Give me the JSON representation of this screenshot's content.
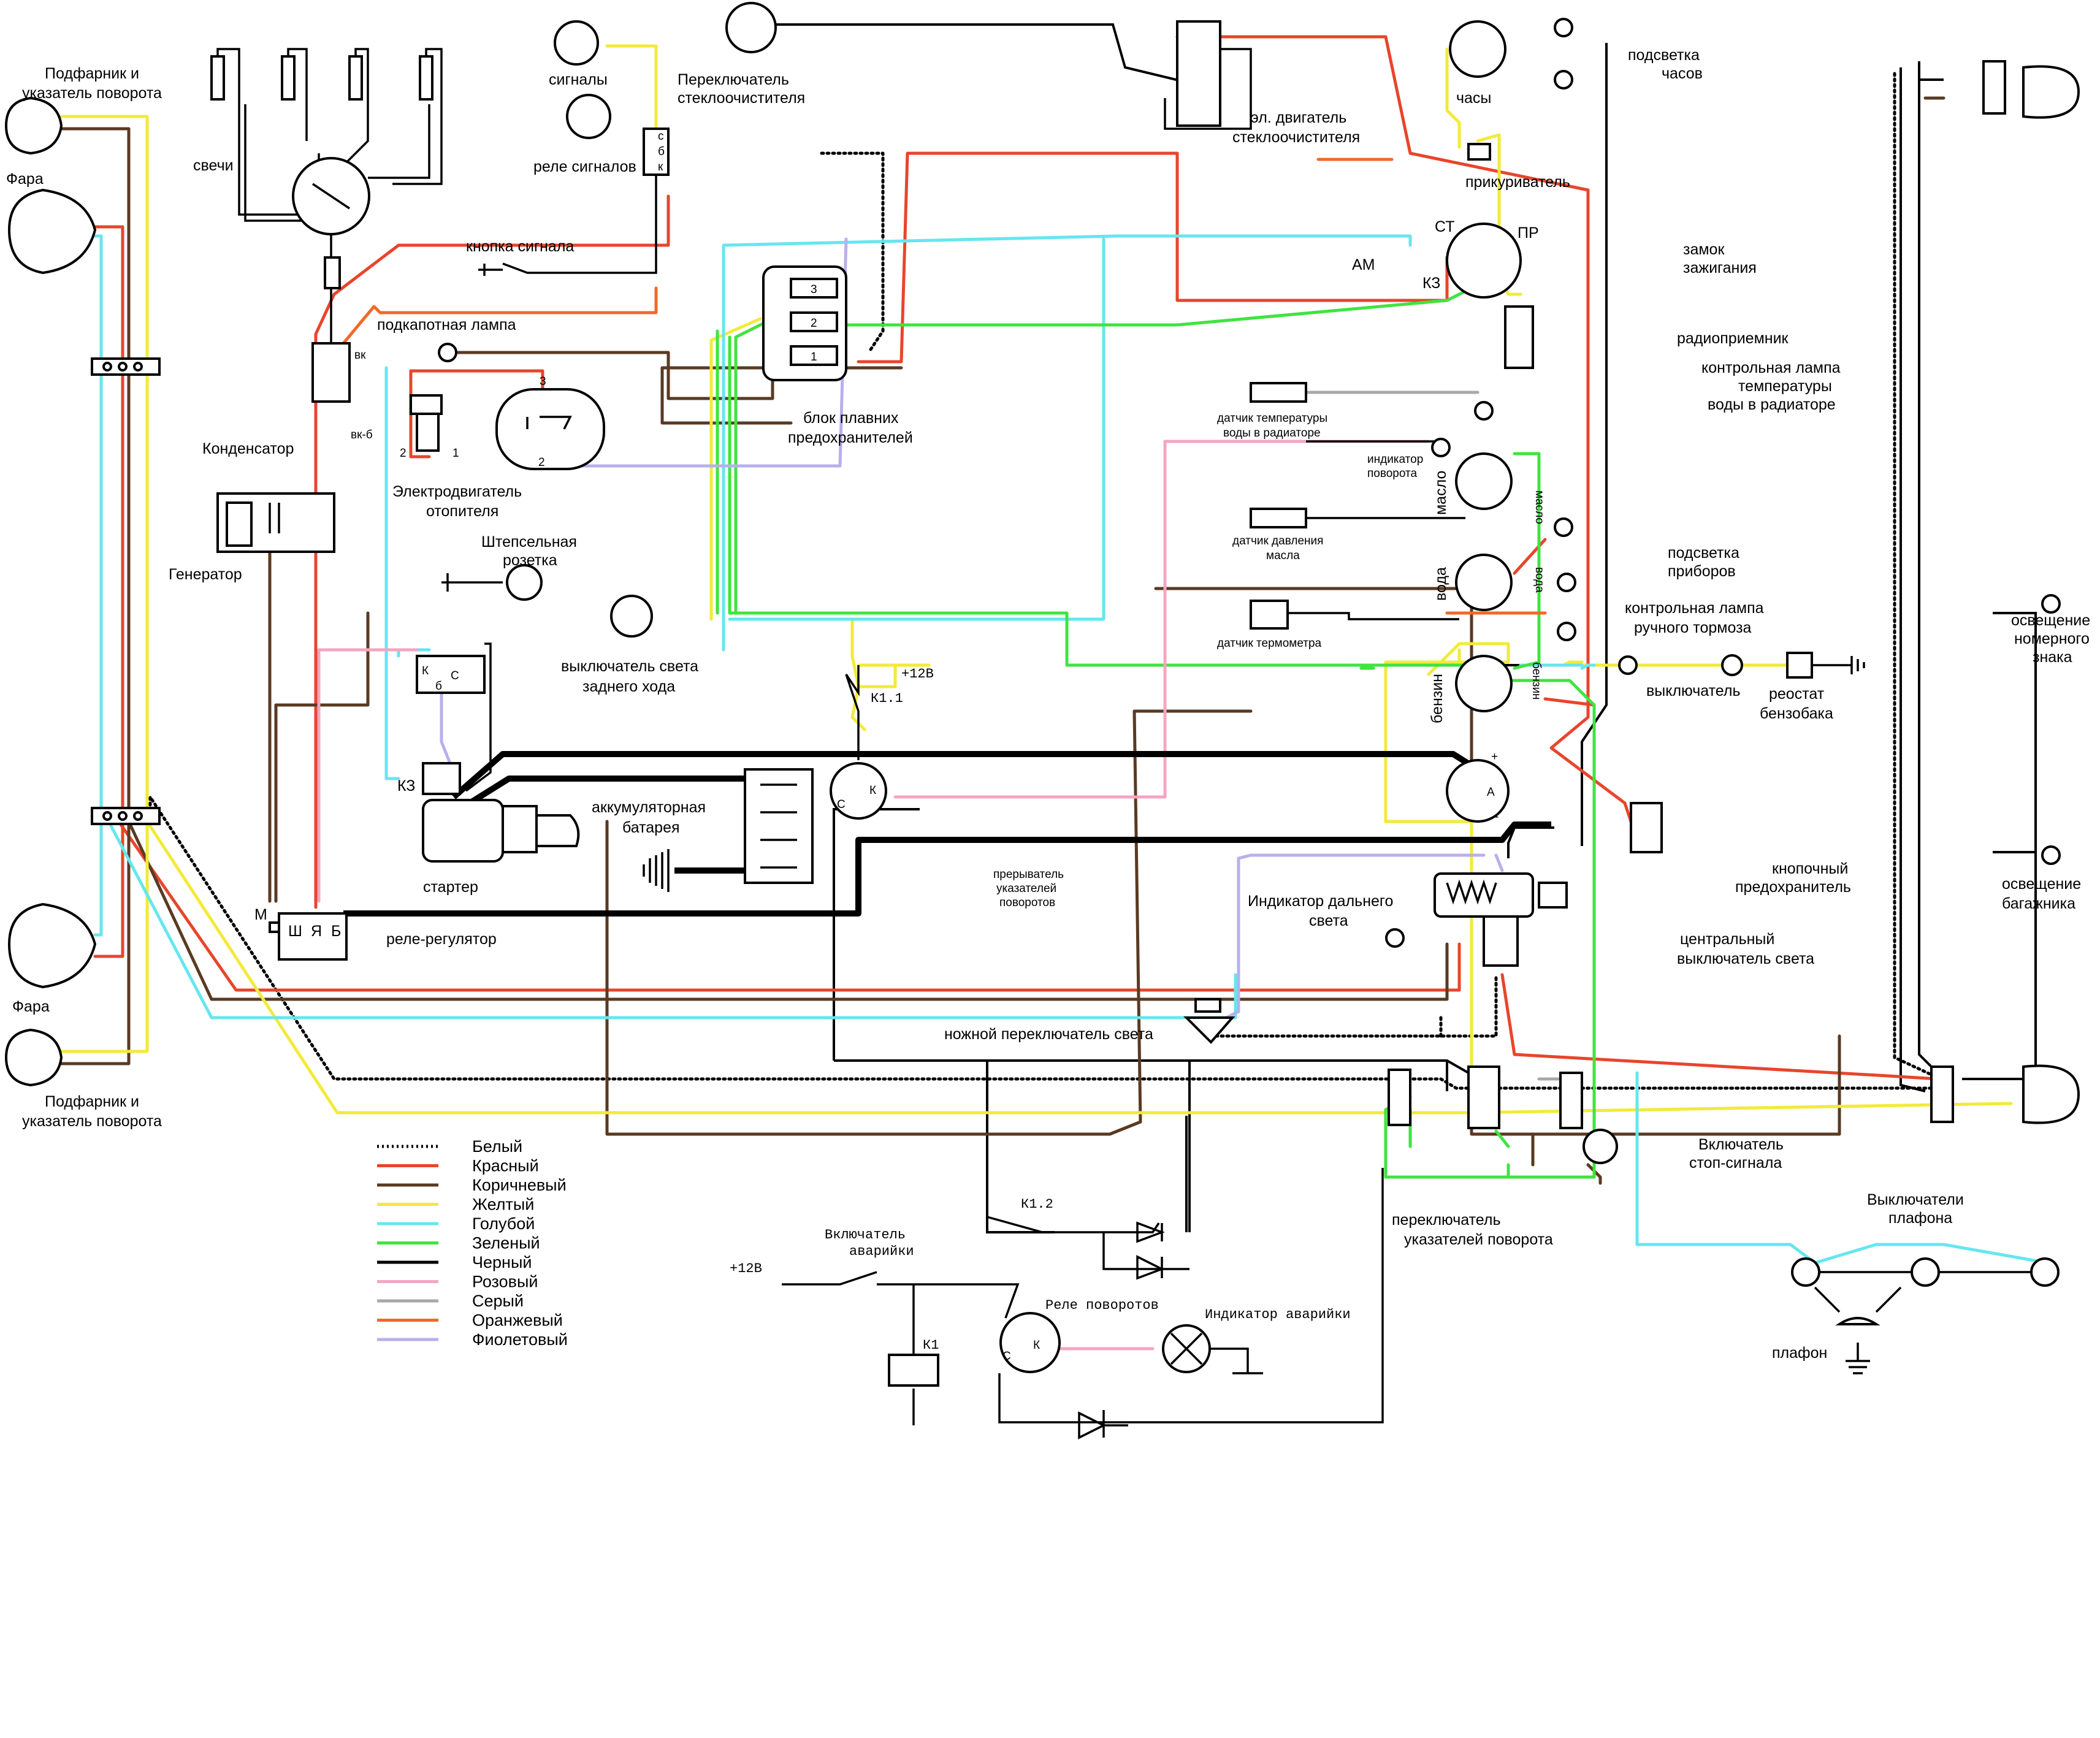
{
  "colors": {
    "white": "#000000",
    "red": "#e8452c",
    "brown": "#5a3a22",
    "yellow": "#f2ea3a",
    "blue": "#66e6ef",
    "green": "#3fe43f",
    "black": "#000000",
    "pink": "#f3a6c2",
    "gray": "#a8a8a8",
    "orange": "#ef6a2a",
    "violet": "#b8b0ec"
  },
  "labels": {
    "podfarnik_top": [
      "Подфарник и",
      "указатель поворота"
    ],
    "fara_top": "Фара",
    "fara_bottom": "Фара",
    "podfarnik_bottom": [
      "Подфарник и",
      "указатель поворота"
    ],
    "svechi": "свечи",
    "kondensator": "Конденсатор",
    "generator": "Генератор",
    "signaly": "сигналы",
    "rele_signalov": "реле сигналов",
    "knopka_signala": "кнопка сигнала",
    "pereklyuchatel_steklo": [
      "Переключатель",
      "стеклоочистителя"
    ],
    "el_dvigatel_steklo": [
      "эл. двигатель",
      "стеклоочистителя"
    ],
    "chasy": "часы",
    "prikurivatel": "прикуриватель",
    "podsvetka_chasov": [
      "подсветка",
      "часов"
    ],
    "zamok_zazhiganiya": [
      "замок",
      "зажигания"
    ],
    "zamok_st": "СТ",
    "zamok_pr": "ПР",
    "zamok_am": "АМ",
    "zamok_kz": "КЗ",
    "radiopriemnik": "радиоприемник",
    "kontr_lampa_temp": [
      "контрольная лампа",
      "температуры",
      "воды в радиаторе"
    ],
    "podkapotnaya_lampa": "подкапотная лампа",
    "blok_plavnikh": [
      "блок плавних",
      "предохранителей"
    ],
    "fuse_numbers": [
      "3",
      "2",
      "1"
    ],
    "elektrodvigatel_otop": [
      "Электродвигатель",
      "отопителя"
    ],
    "shtepselnaya_rozetka": [
      "Штепсельная",
      "розетка"
    ],
    "vykl_sveta_zad_khoda": [
      "выключатель света",
      "заднего хода"
    ],
    "datchik_temp_vody": [
      "датчик температуры",
      "воды в радиаторе"
    ],
    "indikator_povorota": [
      "индикатор",
      "поворота"
    ],
    "datchik_davleniya": [
      "датчик давления",
      "масла"
    ],
    "datchik_termometra": "датчик термометра",
    "gauge_maslo": "масло",
    "gauge_voda": "вода",
    "gauge_benzin": "бензин",
    "podsvetka_priborov": [
      "подсветка",
      "приборов"
    ],
    "kontr_lampa_tormoza": [
      "контрольная лампа",
      "ручного тормоза"
    ],
    "vyklyuchatel": "выключатель",
    "reostat_benzobaka": [
      "реостат",
      "бензобака"
    ],
    "osveshchenie_nomernogo": [
      "освещение",
      "номерного",
      "знака"
    ],
    "osveshchenie_bagazhnika": [
      "освещение",
      "багажника"
    ],
    "knopochny_predokhranitel": [
      "кнопочный",
      "предохранитель"
    ],
    "tsentralny_vyklyuchatel": [
      "центральный",
      "выключатель света"
    ],
    "indikator_dalnego": [
      "Индикатор дальнего",
      "света"
    ],
    "nozhnoy_pereklyuchatel": "ножной переключатель света",
    "akkumulyator": [
      "аккумуляторная",
      "батарея"
    ],
    "starter": "стартер",
    "rele_regulyator": "реле-регулятор",
    "preryvatel": [
      "прерыватель",
      "указателей",
      "поворотов"
    ],
    "vklyuchatel_stop": [
      "Включатель",
      "стоп-сигнала"
    ],
    "pereklyuchatel_ukazateley": [
      "переключатель",
      "указателей поворота"
    ],
    "vyklyuchateli_plafona": [
      "Выключатели",
      "плафона"
    ],
    "plafon": "плафон",
    "vklyuchatel_avariyki": [
      "Включатель",
      "аварийки"
    ],
    "rele_povorotov": "Реле поворотов",
    "indikator_avariyki": "Индикатор аварийки",
    "plus12v_a": "+12В",
    "plus12v_b": "+12В",
    "k11": "К1.1",
    "k12": "К1.2",
    "k1": "К1",
    "relay_c": "С",
    "relay_k": "К",
    "vk": "вк",
    "vkb": "вк-б",
    "kz": "КЗ",
    "m": "М",
    "regulator_terms": [
      "Ш",
      "Я",
      "Б"
    ],
    "plus": "+",
    "minus": "-",
    "ammeter": "А",
    "rele_sig_terms": [
      "с",
      "б",
      "к"
    ],
    "kbs": [
      "К",
      "С",
      "б"
    ],
    "heater_terms": [
      "2",
      "1",
      "3",
      "2"
    ]
  },
  "legend": [
    {
      "label": "Белый",
      "color": "#000000",
      "dotted": true
    },
    {
      "label": "Красный",
      "color": "#e8452c"
    },
    {
      "label": "Коричневый",
      "color": "#5a3a22"
    },
    {
      "label": "Желтый",
      "color": "#f2ea3a"
    },
    {
      "label": "Голубой",
      "color": "#66e6ef"
    },
    {
      "label": "Зеленый",
      "color": "#3fe43f"
    },
    {
      "label": "Черный",
      "color": "#000000"
    },
    {
      "label": "Розовый",
      "color": "#f3a6c2"
    },
    {
      "label": "Серый",
      "color": "#a8a8a8"
    },
    {
      "label": "Оранжевый",
      "color": "#ef6a2a"
    },
    {
      "label": "Фиолетовый",
      "color": "#b8b0ec"
    }
  ]
}
